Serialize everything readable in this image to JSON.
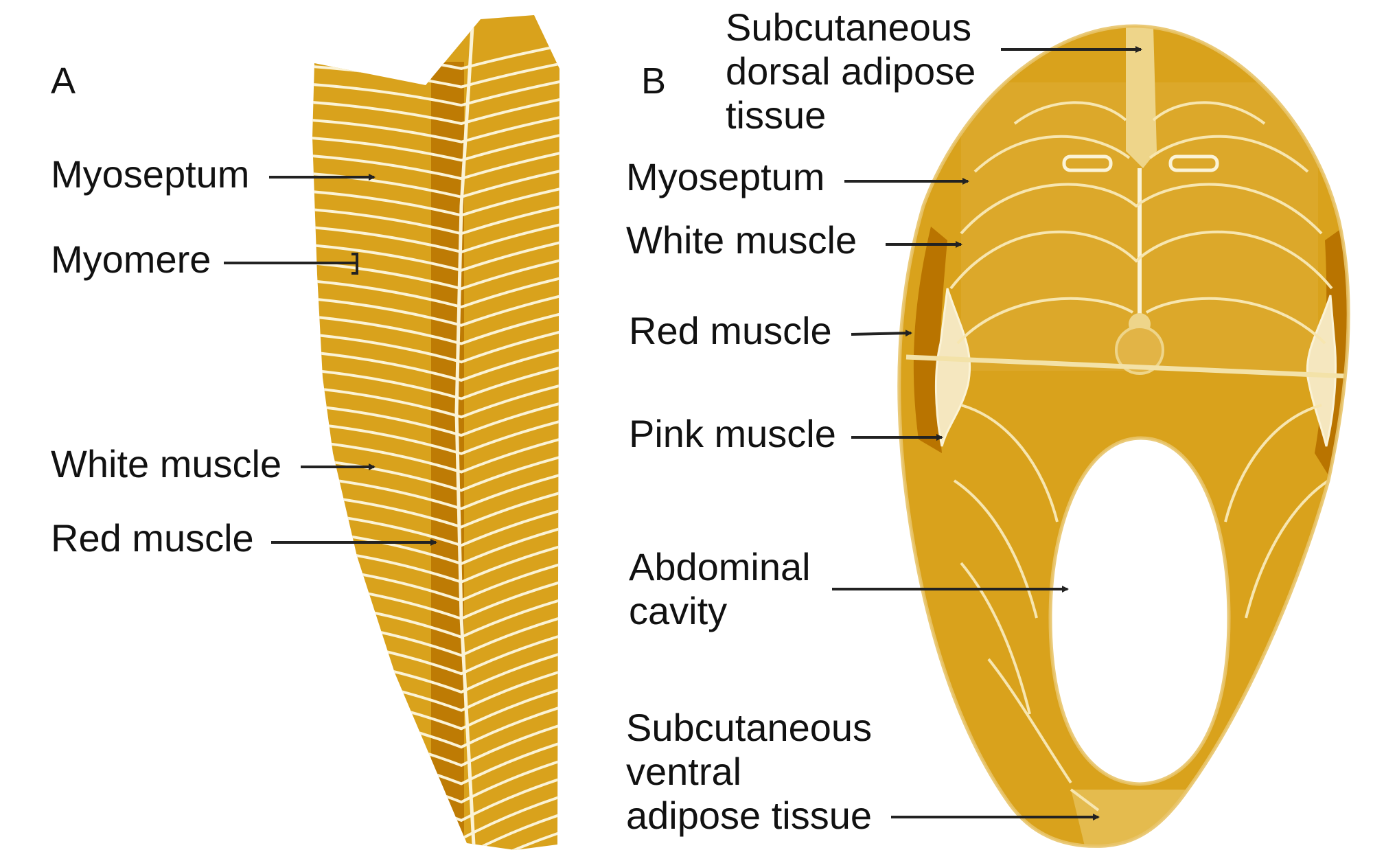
{
  "panels": {
    "a": {
      "letter": "A",
      "labels": {
        "myoseptum": "Myoseptum",
        "myomere": "Myomere",
        "white_muscle": "White muscle",
        "red_muscle": "Red muscle"
      }
    },
    "b": {
      "letter": "B",
      "labels": {
        "dorsal_adipose": "Subcutaneous\ndorsal adipose\ntissue",
        "myoseptum": "Myoseptum",
        "white_muscle": "White muscle",
        "red_muscle": "Red muscle",
        "pink_muscle": "Pink muscle",
        "abdominal_cavity": "Abdominal\ncavity",
        "ventral_adipose": "Subcutaneous\nventral\nadipose tissue"
      }
    }
  },
  "colors": {
    "white_muscle": "#d9a21c",
    "white_muscle_light": "#e2b446",
    "red_muscle": "#b97400",
    "myoseptum_line": "#fbf3d6",
    "adipose": "#eed58a",
    "arrow": "#222222"
  }
}
